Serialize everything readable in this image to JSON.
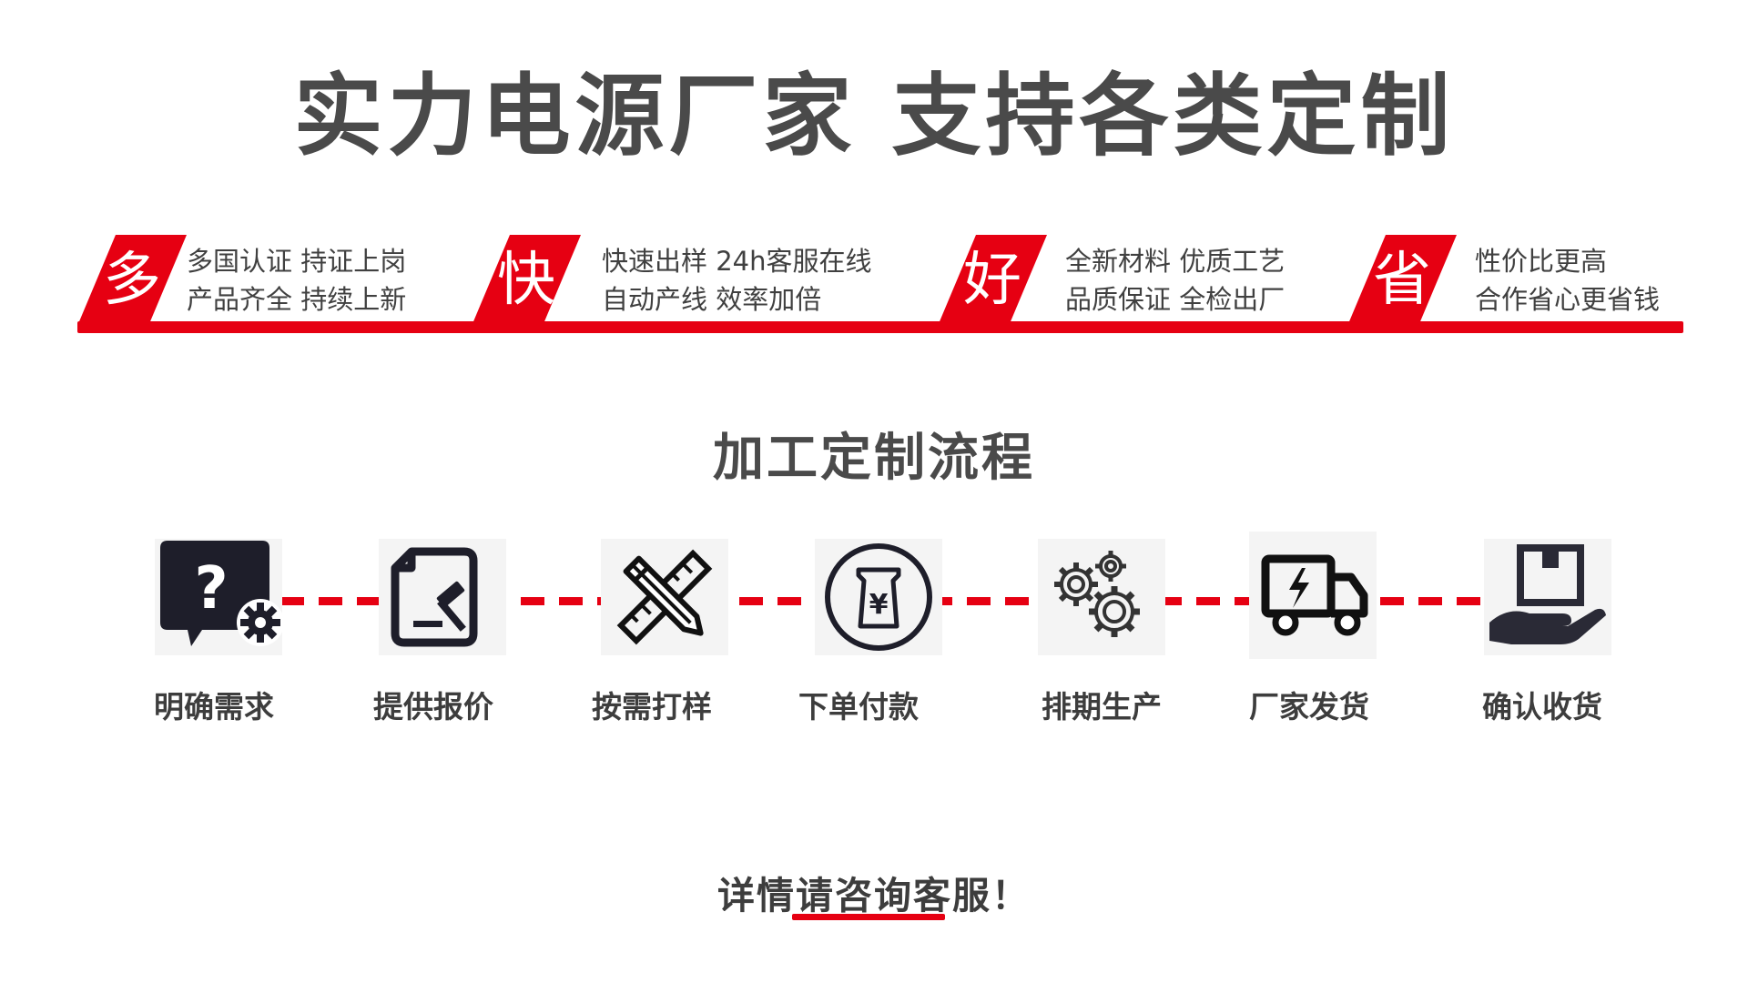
{
  "header": {
    "title": "实力电源厂家 支持各类定制"
  },
  "features": [
    {
      "badge": "多",
      "lines": [
        "多国认证 持证上岗",
        "产品齐全 持续上新"
      ]
    },
    {
      "badge": "快",
      "lines": [
        "快速出样  24h客服在线",
        "自动产线  效率加倍"
      ]
    },
    {
      "badge": "好",
      "lines": [
        "全新材料  优质工艺",
        "品质保证  全检出厂"
      ]
    },
    {
      "badge": "省",
      "lines": [
        "性价比更高",
        "合作省心更省钱"
      ]
    }
  ],
  "process": {
    "title": "加工定制流程",
    "steps": [
      {
        "label": "明确需求",
        "icon": "question-gear-icon"
      },
      {
        "label": "提供报价",
        "icon": "document-hammer-icon"
      },
      {
        "label": "按需打样",
        "icon": "ruler-pencil-icon"
      },
      {
        "label": "下单付款",
        "icon": "yuan-bag-icon"
      },
      {
        "label": "排期生产",
        "icon": "gears-icon"
      },
      {
        "label": "厂家发货",
        "icon": "delivery-truck-icon"
      },
      {
        "label": "确认收货",
        "icon": "hand-package-icon"
      }
    ]
  },
  "footer": {
    "text": "详情请咨询客服！"
  },
  "colors": {
    "accent": "#e60012",
    "text": "#4a4a4a",
    "icon": "#1e1e2a"
  }
}
